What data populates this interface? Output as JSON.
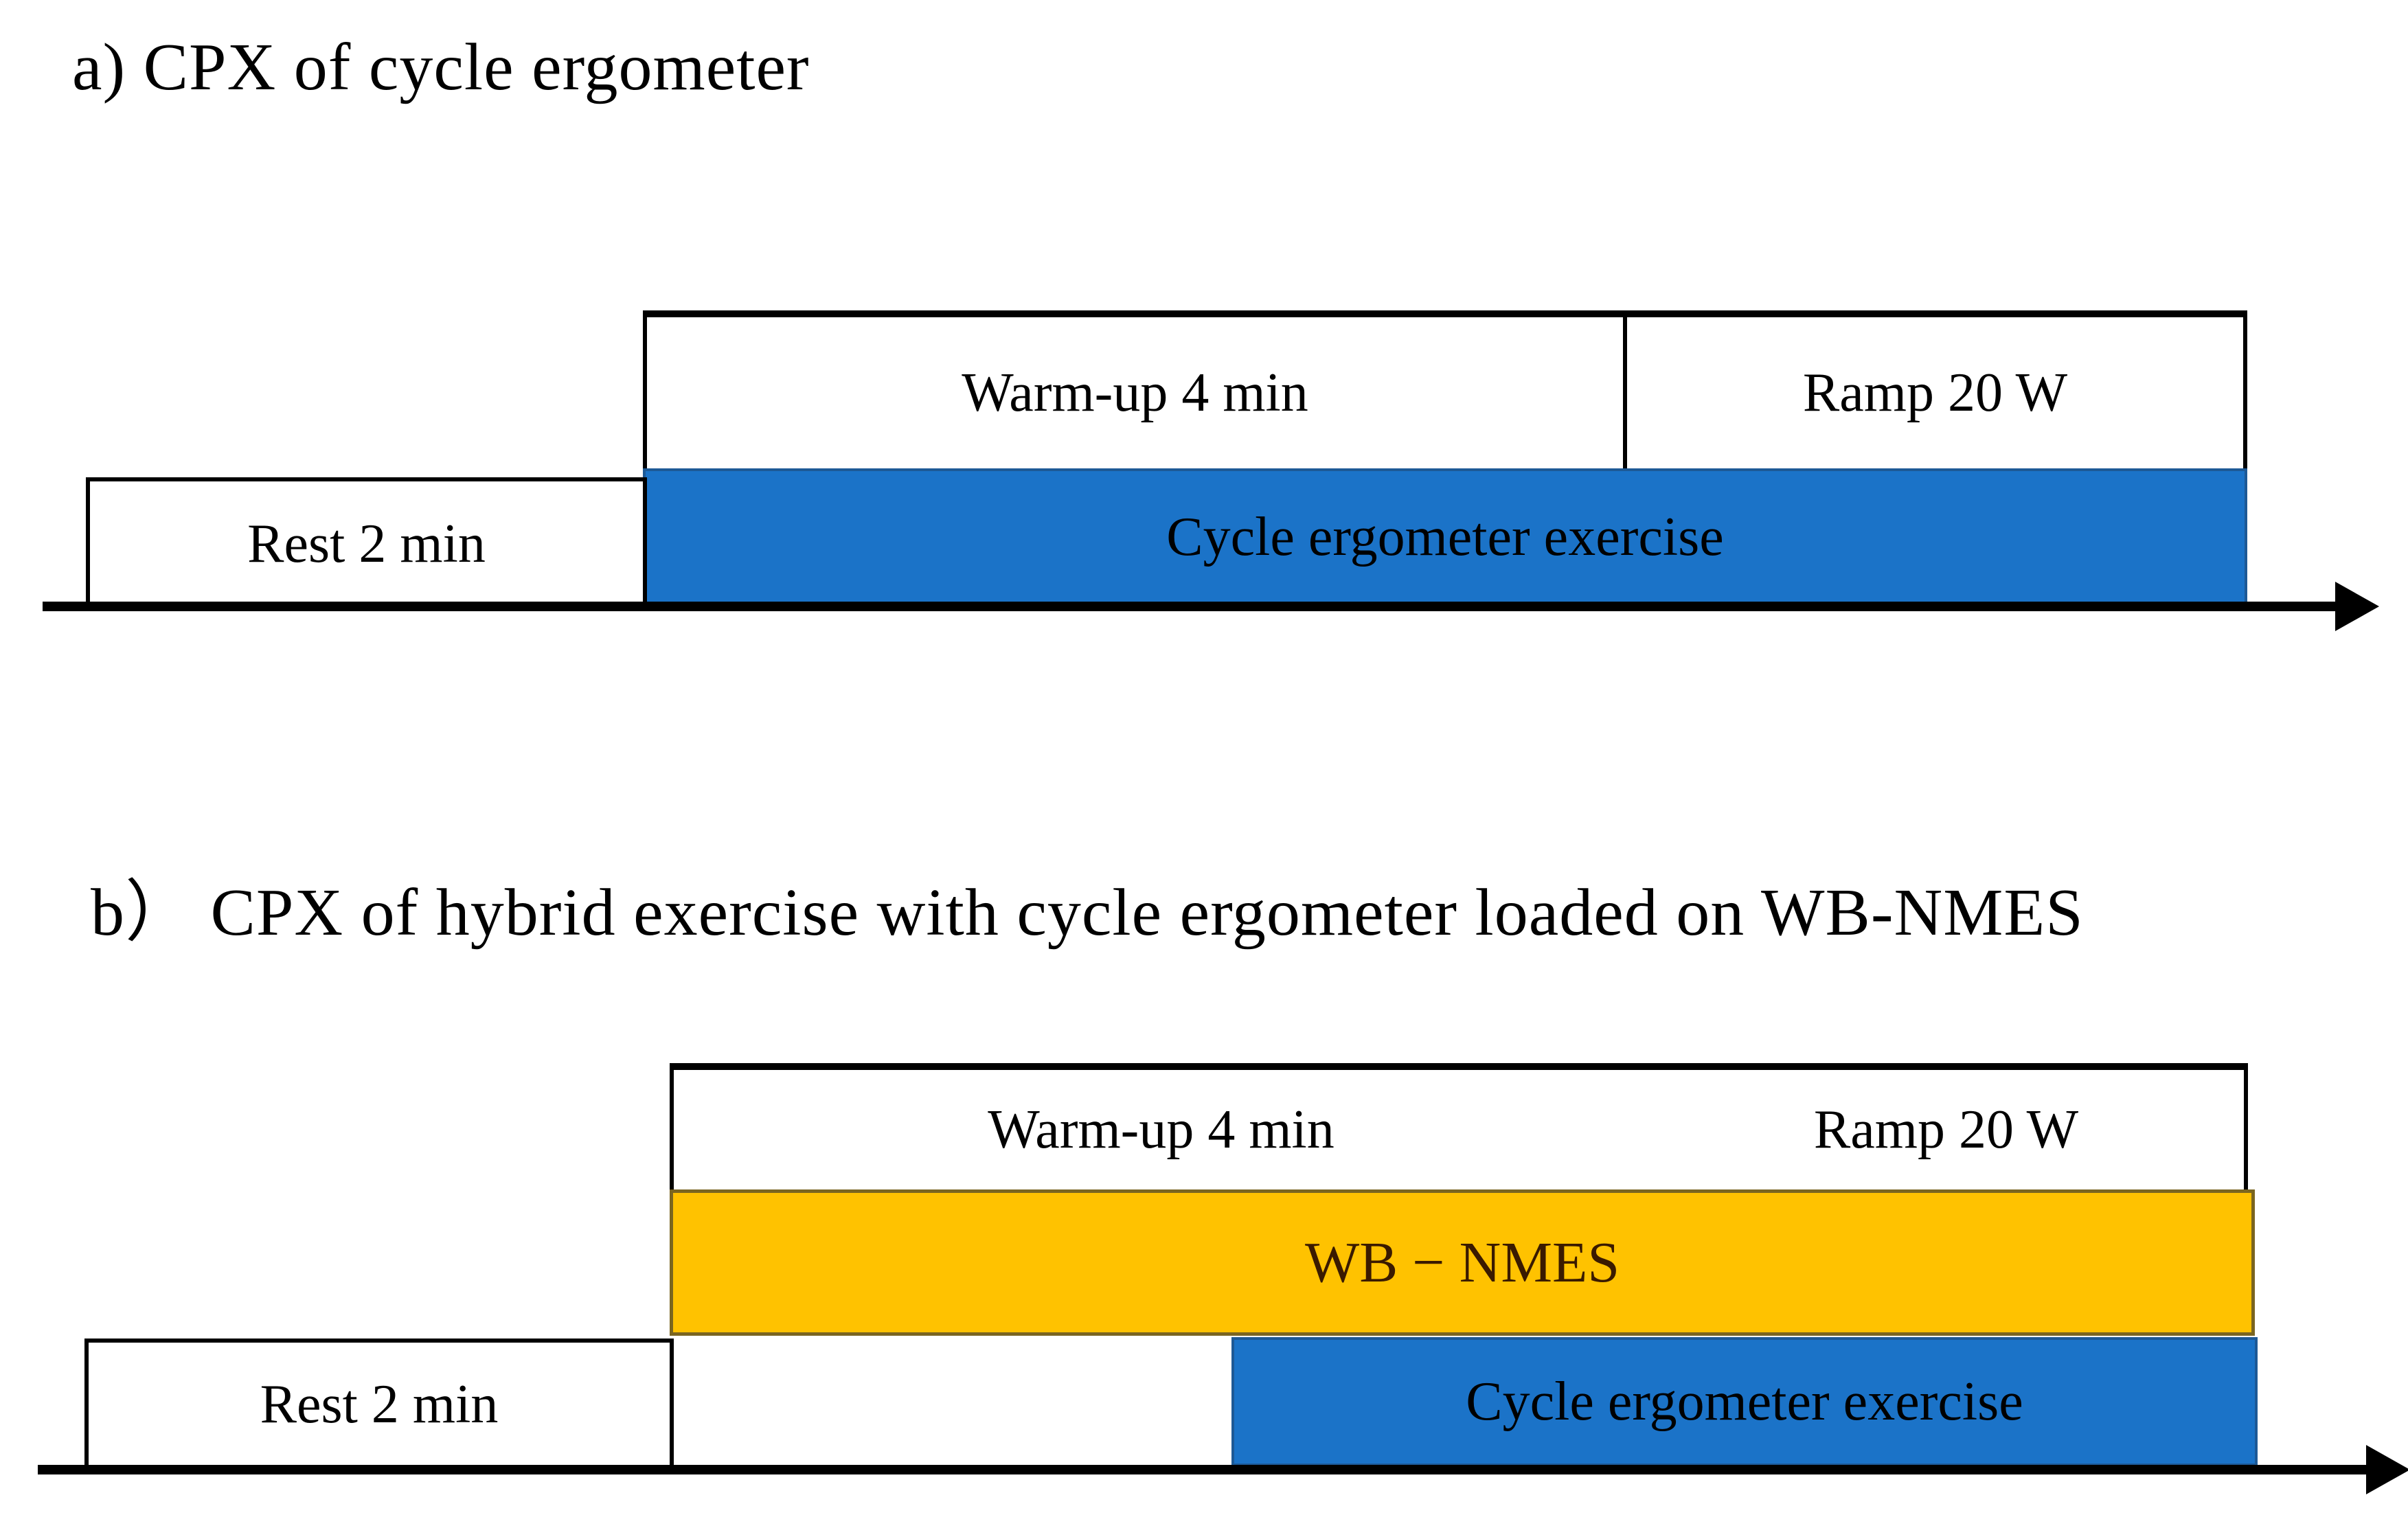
{
  "panel_a": {
    "title": "a) CPX of cycle ergometer",
    "warmup_label": "Warm-up 4 min",
    "ramp_label": "Ramp 20 W",
    "rest_label": "Rest 2 min",
    "exercise_label": "Cycle ergometer exercise"
  },
  "panel_b": {
    "title": "b） CPX of hybrid exercise with cycle ergometer loaded on WB-NMES",
    "warmup_label": "Warm-up 4 min",
    "ramp_label": "Ramp 20 W",
    "rest_label": "Rest 2 min",
    "nmes_label": "WB − NMES",
    "exercise_label": "Cycle ergometer exercise"
  },
  "colors": {
    "exercise_blue": "#1B73C8",
    "exercise_blue_edge": "#1D5996",
    "nmes_yellow": "#FFC200",
    "nmes_border": "#7A6520",
    "nmes_text": "#3A1A00",
    "line_black": "#000000"
  }
}
